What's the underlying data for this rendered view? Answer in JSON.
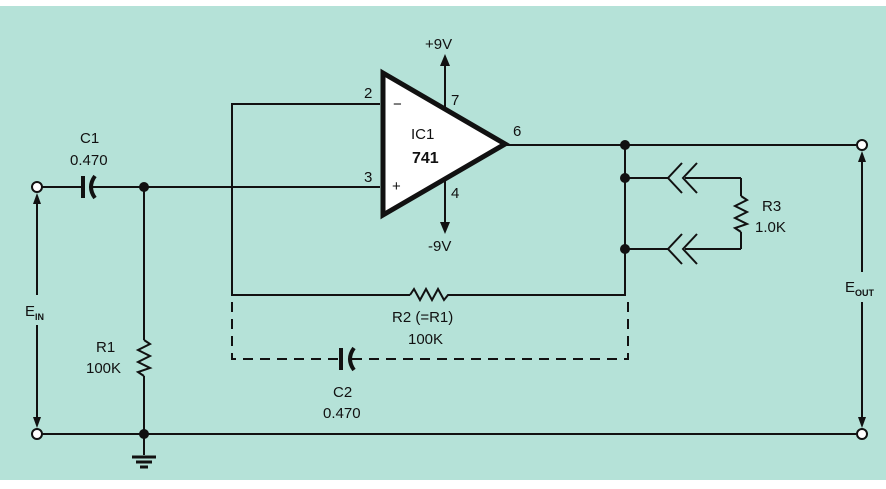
{
  "diagram": {
    "title": "741 op-amp circuit",
    "background_color": "#b5e2d8",
    "line_color": "#111111",
    "opamp": {
      "ref": "IC1",
      "part": "741",
      "pin_inverting": "2",
      "pin_noninverting": "3",
      "pin_output": "6",
      "pin_vplus": "7",
      "pin_vminus": "4",
      "minus_sign": "−",
      "plus_sign": "+",
      "supply_pos": "+9V",
      "supply_neg": "-9V"
    },
    "components": {
      "c1": {
        "ref": "C1",
        "value": "0.470"
      },
      "r1": {
        "ref": "R1",
        "value": "100K"
      },
      "r2": {
        "ref": "R2 (=R1)",
        "value": "100K"
      },
      "c2": {
        "ref": "C2",
        "value": "0.470"
      },
      "r3": {
        "ref": "R3",
        "value": "1.0K"
      }
    },
    "terminals": {
      "input": {
        "label": "E",
        "subscript": "IN"
      },
      "output": {
        "label": "E",
        "subscript": "OUT"
      }
    }
  }
}
